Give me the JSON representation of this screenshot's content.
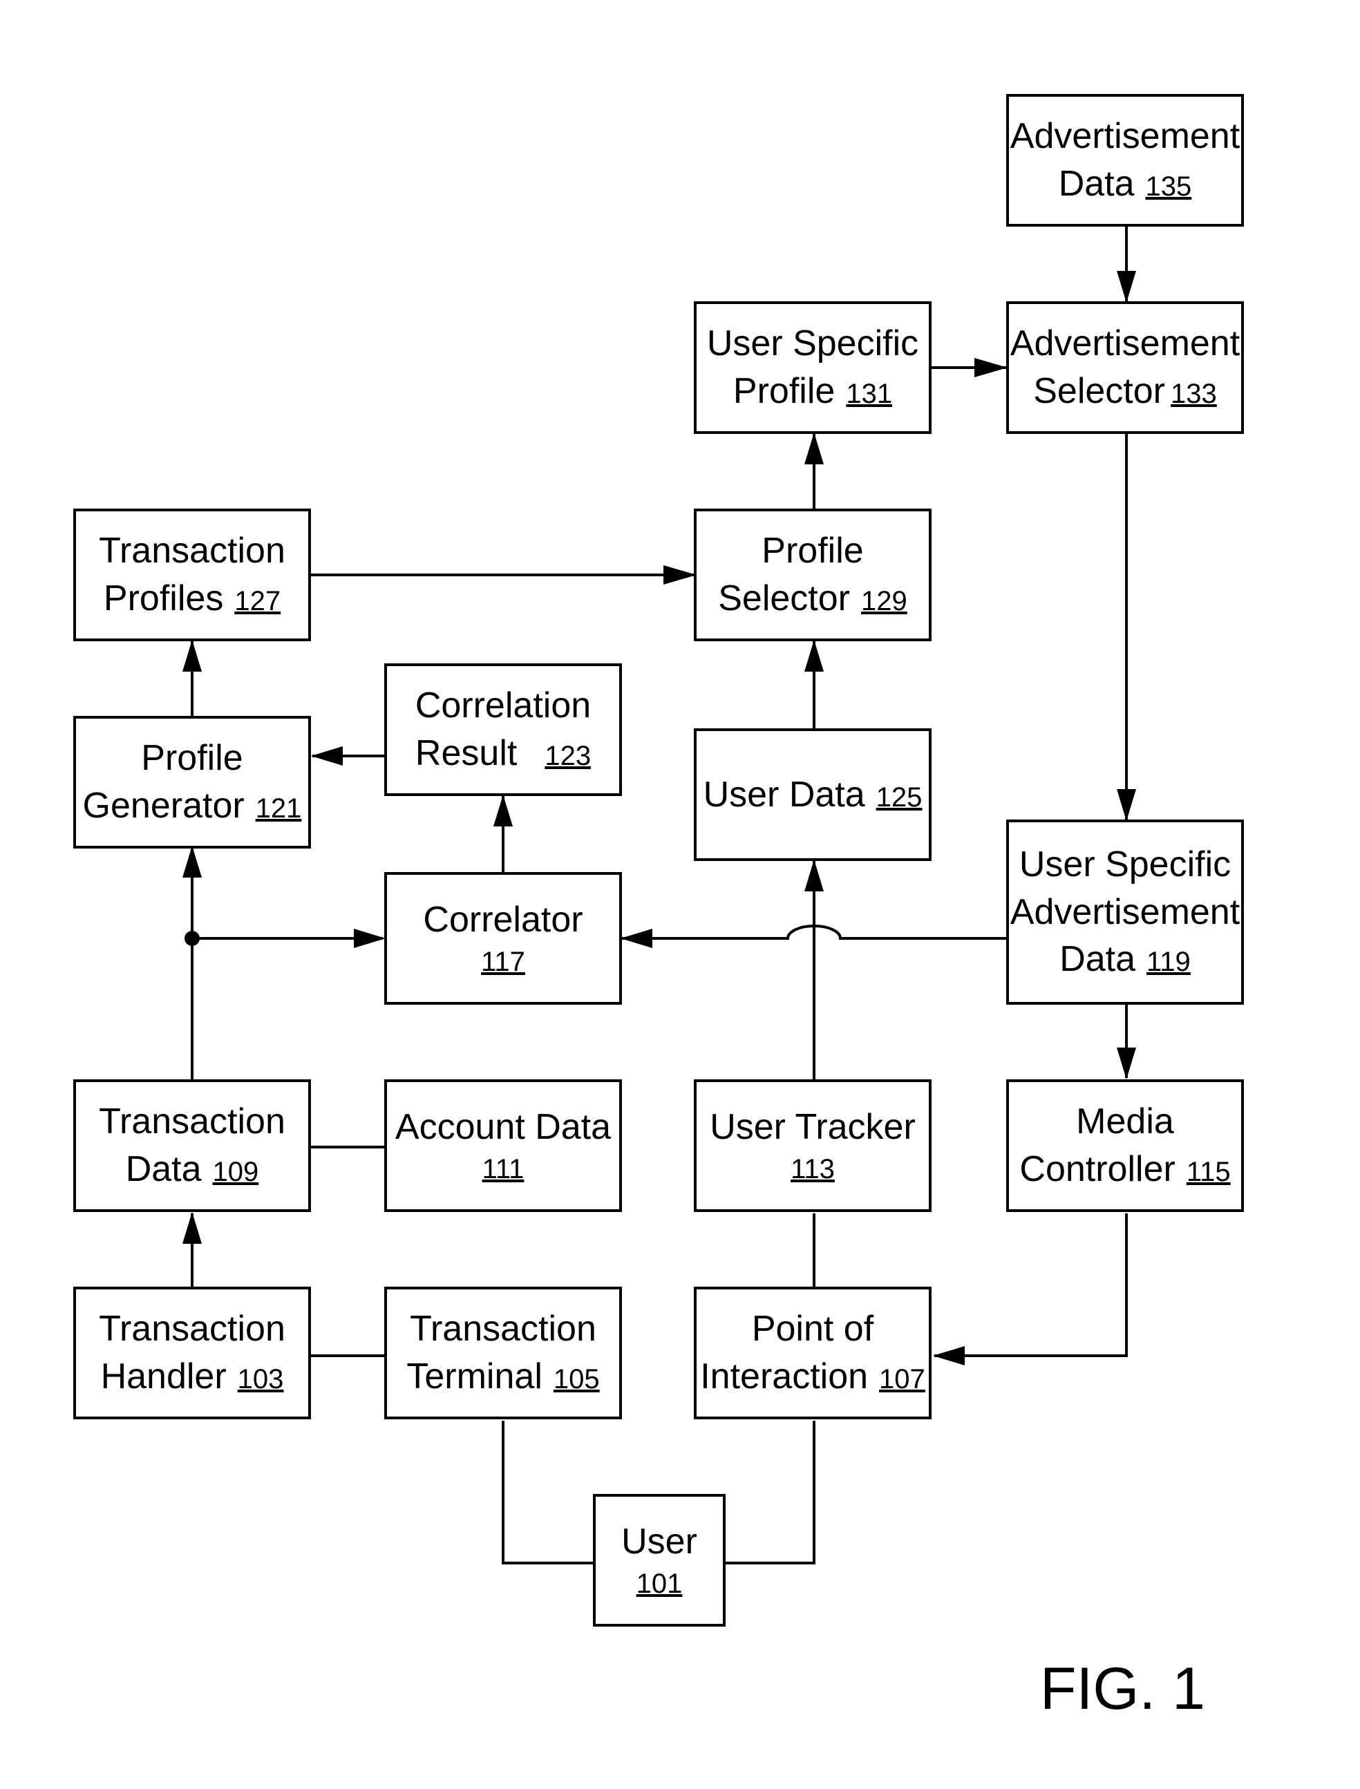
{
  "figure_label": "FIG. 1",
  "nodes": {
    "ad_data": {
      "line1": "Advertisement",
      "line2": "Data",
      "num": "135"
    },
    "ad_selector": {
      "line1": "Advertisement",
      "line2": "Selector",
      "num": "133"
    },
    "user_profile": {
      "line1": "User Specific",
      "line2": "Profile",
      "num": "131"
    },
    "txn_profiles": {
      "line1": "Transaction",
      "line2": "Profiles",
      "num": "127"
    },
    "profile_sel": {
      "line1": "Profile",
      "line2": "Selector",
      "num": "129"
    },
    "corr_result": {
      "line1": "Correlation",
      "line2": "Result",
      "num": "123"
    },
    "profile_gen": {
      "line1": "Profile",
      "line2": "Generator",
      "num": "121"
    },
    "user_data": {
      "line1": "User Data",
      "num": "125"
    },
    "user_ad_data": {
      "line1": "User Specific",
      "line2": "Advertisement",
      "line3": "Data",
      "num": "119"
    },
    "correlator": {
      "line1": "Correlator",
      "num": "117"
    },
    "txn_data": {
      "line1": "Transaction",
      "line2": "Data",
      "num": "109"
    },
    "account_data": {
      "line1": "Account Data",
      "num": "111"
    },
    "user_tracker": {
      "line1": "User Tracker",
      "num": "113"
    },
    "media_ctrl": {
      "line1": "Media",
      "line2": "Controller",
      "num": "115"
    },
    "txn_handler": {
      "line1": "Transaction",
      "line2": "Handler",
      "num": "103"
    },
    "txn_terminal": {
      "line1": "Transaction",
      "line2": "Terminal",
      "num": "105"
    },
    "poi": {
      "line1": "Point of",
      "line2": "Interaction",
      "num": "107"
    },
    "user": {
      "line1": "User",
      "num": "101"
    }
  }
}
